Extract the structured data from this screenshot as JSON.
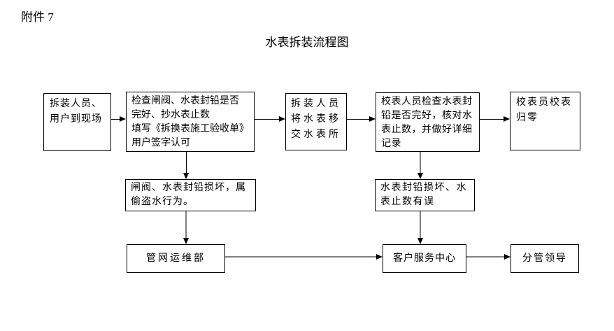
{
  "page": {
    "attachment_label": "附件 7",
    "title": "水表拆装流程图"
  },
  "colors": {
    "background": "#ffffff",
    "text": "#000000",
    "box_border": "#000000",
    "connector_black": "#000000",
    "connector_gray": "#808080"
  },
  "nodes": {
    "arrive": {
      "lines": [
        "拆装人员、",
        "用户到现场"
      ]
    },
    "check": {
      "lines": [
        "检查闸阀、水表封铅是否",
        "完好、抄水表止数",
        "填写《拆换表施工验收单》",
        "用户签字认可"
      ]
    },
    "transfer": {
      "lines": [
        "拆装人员",
        "将水表移",
        "交水表所"
      ]
    },
    "verify": {
      "lines": [
        "校表人员检查水表封",
        "铅是否完好，核对水",
        "表止数，并做好详细",
        "记录"
      ]
    },
    "reset": {
      "lines": [
        "校表员校表",
        "归零"
      ]
    },
    "damage_theft": {
      "lines": [
        "闸阀、水表封铅损坏，属",
        "偷盗水行为。"
      ]
    },
    "damage_error": {
      "lines": [
        "水表封铅损坏、水",
        "表止数有误"
      ]
    },
    "pipeline_dept": {
      "label": "管网运维部"
    },
    "customer_service": {
      "label": "客户服务中心"
    },
    "leader": {
      "label": "分管领导"
    }
  }
}
